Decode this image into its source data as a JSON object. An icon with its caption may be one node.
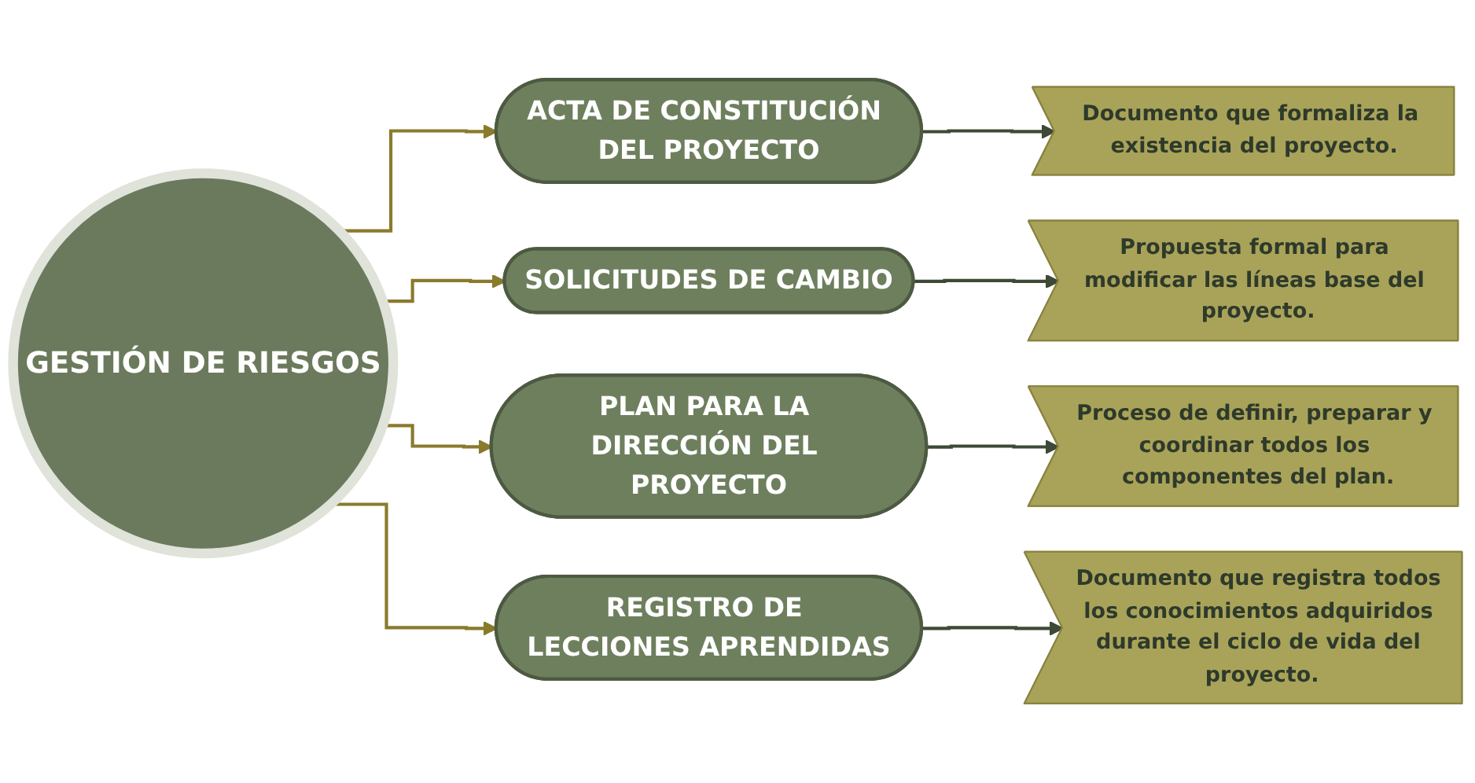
{
  "diagram": {
    "nodes": [
      {
        "text": [
          "GESTIÓN DE RIESGOS"
        ]
      },
      {
        "text": [
          "ACTA DE CONSTITUCIÓN DEL PROYECTO"
        ]
      },
      {
        "text": [
          "SOLICITUDES DE CAMBIO"
        ]
      },
      {
        "text": [
          "PLAN PARA LA DIRECCIÓN DEL PROYECTO"
        ]
      },
      {
        "text": [
          "REGISTRO DE LECCIONES APRENDIDAS"
        ]
      },
      {
        "text": [
          "Documento que formaliza la existencia del proyecto."
        ]
      },
      {
        "text": [
          "Propuesta formal para modificar las líneas base del proyecto."
        ]
      },
      {
        "text": [
          "Proceso de definir, preparar y coordinar todos los componentes del plan."
        ]
      },
      {
        "text": [
          "Documento que registra todos los conocimientos adquiridos durante el ciclo de vida del proyecto."
        ]
      }
    ],
    "edges": [
      {
        "from": 0,
        "to": 1,
        "arrow": "to",
        "color": "#8a7a2c"
      },
      {
        "from": 0,
        "to": 2,
        "arrow": "to",
        "color": "#8a7a2c"
      },
      {
        "from": 0,
        "to": 3,
        "arrow": "to",
        "color": "#8a7a2c"
      },
      {
        "from": 0,
        "to": 4,
        "arrow": "to",
        "color": "#8a7a2c"
      },
      {
        "from": 1,
        "to": 5,
        "arrow": "to",
        "color": "#3e4a36"
      },
      {
        "from": 2,
        "to": 6,
        "arrow": "to",
        "color": "#3e4a36"
      },
      {
        "from": 3,
        "to": 7,
        "arrow": "to",
        "color": "#3e4a36"
      },
      {
        "from": 4,
        "to": 8,
        "arrow": "to",
        "color": "#3e4a36"
      }
    ]
  }
}
